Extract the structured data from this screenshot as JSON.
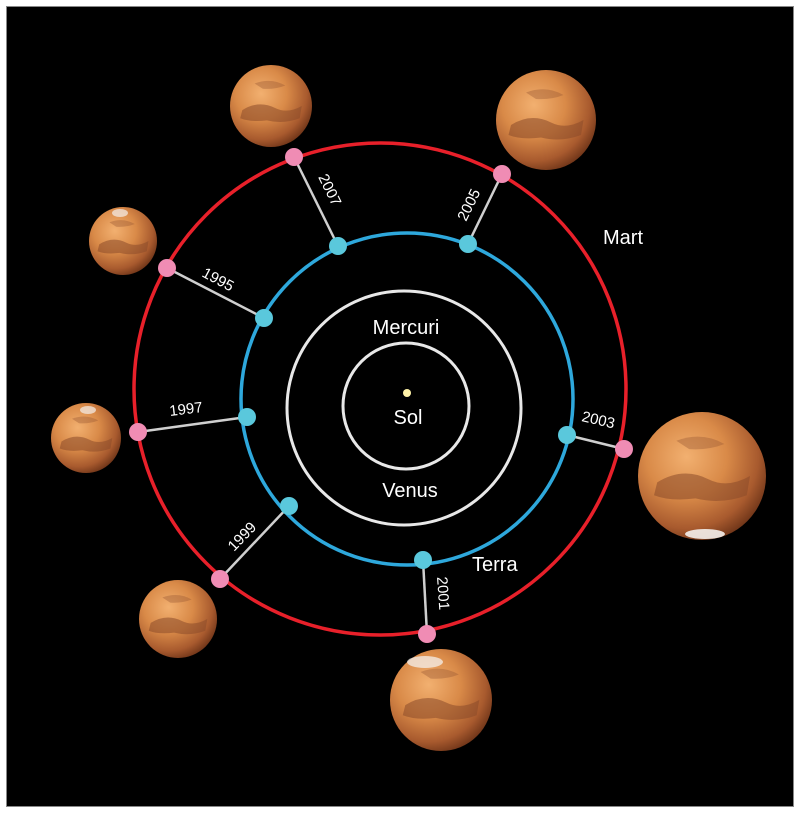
{
  "labels": {
    "sun": "Sol",
    "mercury": "Mercuri",
    "venus": "Venus",
    "earth": "Terra",
    "mars": "Mart"
  },
  "oppositions": [
    {
      "year": "1995"
    },
    {
      "year": "1997"
    },
    {
      "year": "1999"
    },
    {
      "year": "2001"
    },
    {
      "year": "2003"
    },
    {
      "year": "2005"
    },
    {
      "year": "2007"
    }
  ],
  "colors": {
    "background": "#000000",
    "mars_orbit": "#e8202a",
    "earth_orbit": "#2ea8dc",
    "inner_orbits": "#e8e8e8",
    "mars_position": "#f08cb4",
    "earth_position": "#5ac8dc",
    "sun": "#fff2a8",
    "connector": "#cfcfcf"
  }
}
